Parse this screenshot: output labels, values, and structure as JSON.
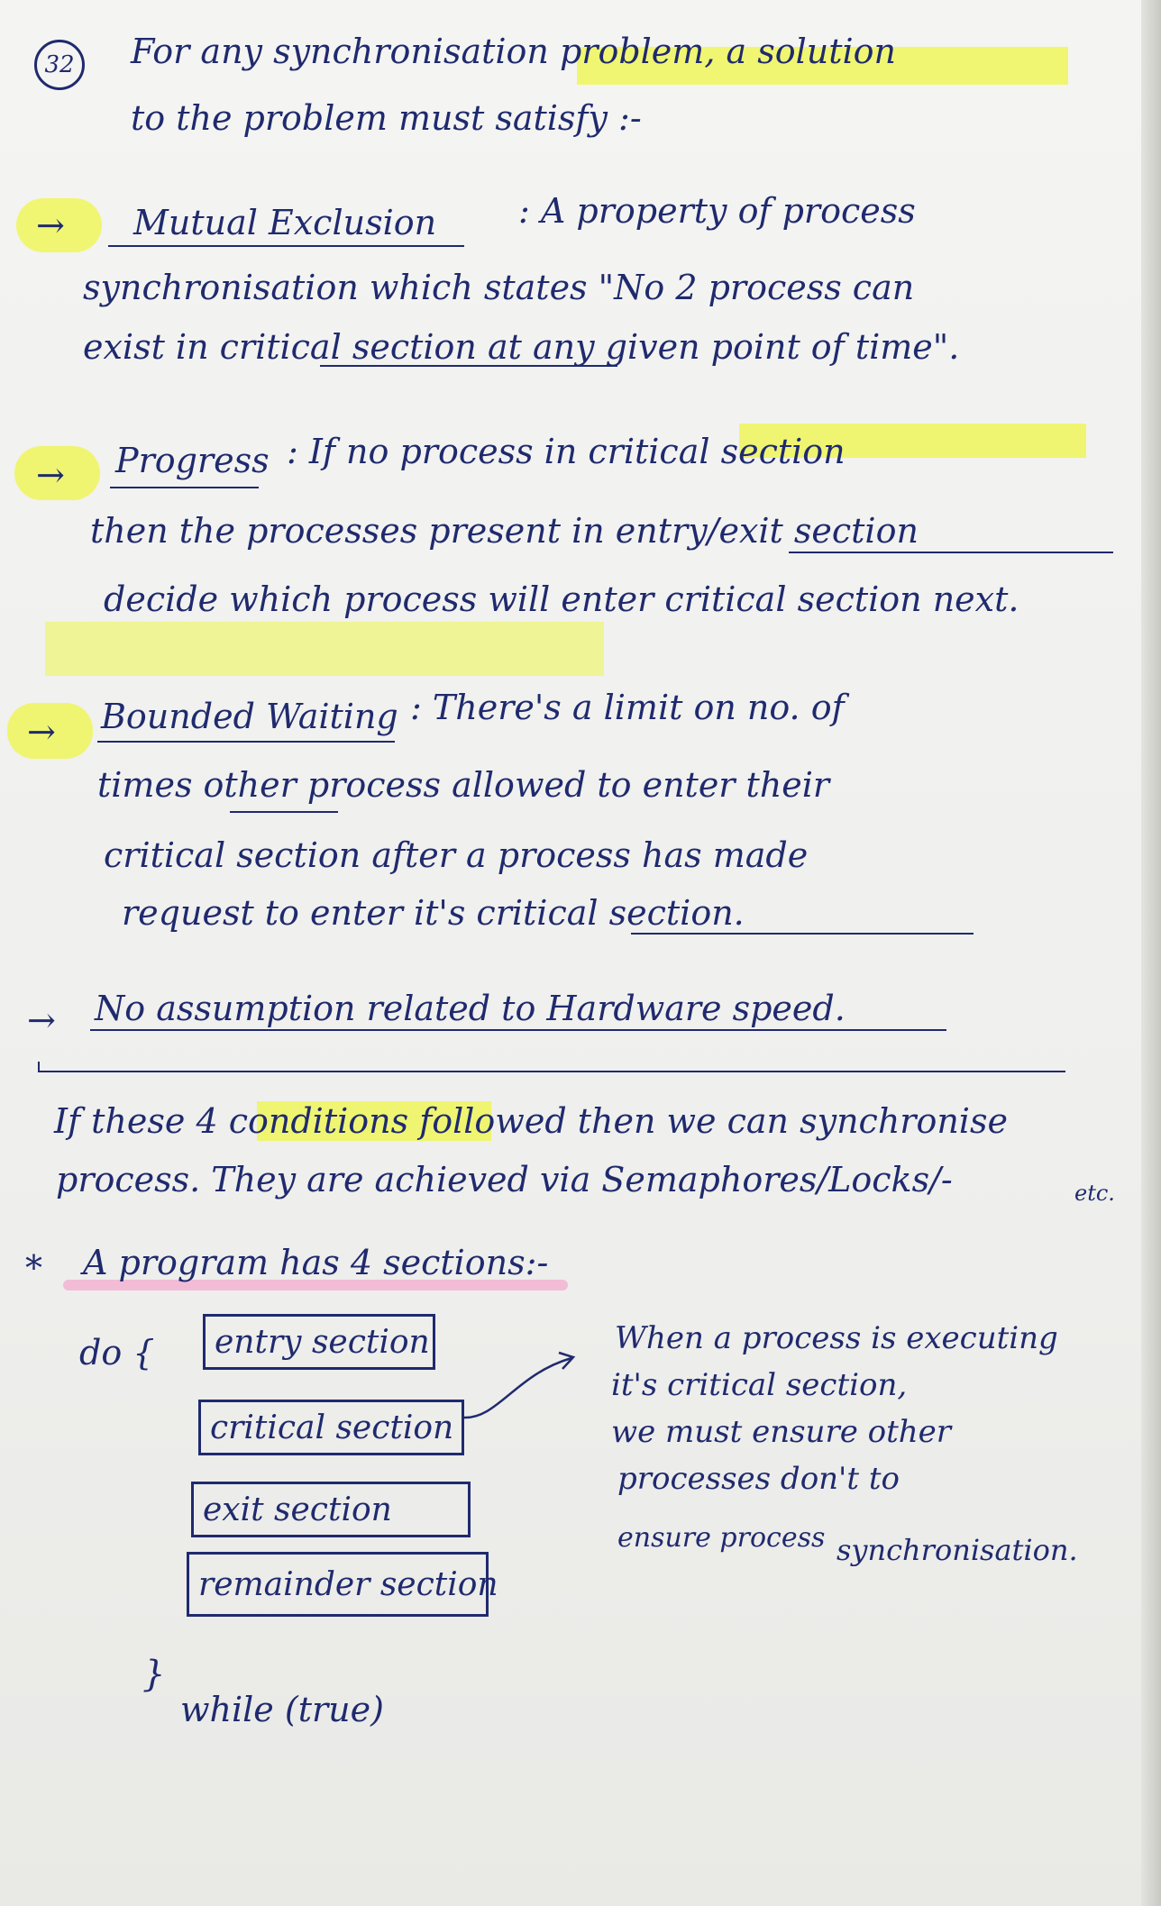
{
  "page_number": "32",
  "intro": {
    "line1": "For any synchronisation problem, a solution",
    "line2": "to the problem must satisfy :-"
  },
  "mutual_exclusion": {
    "title": "Mutual Exclusion",
    "line1": ": A property of process",
    "line2": "synchronisation which states \"No 2 process can",
    "line3": "exist in critical section at any given point of time\"."
  },
  "progress": {
    "title": "Progress",
    "line1": ": If no process in critical section",
    "line2": "then the processes present in entry/exit section",
    "line3": "decide which process will enter critical section next."
  },
  "bounded_waiting": {
    "title": "Bounded Waiting",
    "line1": ": There's a limit on no. of",
    "line2": "times other process allowed to enter their",
    "line3": "critical section after a process has made",
    "line4": "request to enter it's critical section."
  },
  "no_assumption": {
    "text": "No assumption related to Hardware speed."
  },
  "conditions": {
    "line1": "If these 4 conditions followed then we can synchronise",
    "line2": "process. They are achieved via Semaphores/Locks/-",
    "etc": "etc."
  },
  "program": {
    "heading": "A program has 4 sections:-",
    "do": "do {",
    "sections": [
      "entry section",
      "critical section",
      "exit section",
      "remainder section"
    ],
    "close": "}",
    "while": "while (true)",
    "note": [
      "When a process is executing",
      "it's critical section,",
      "we must ensure other",
      "processes don't to",
      "ensure process",
      "synchronisation."
    ]
  }
}
